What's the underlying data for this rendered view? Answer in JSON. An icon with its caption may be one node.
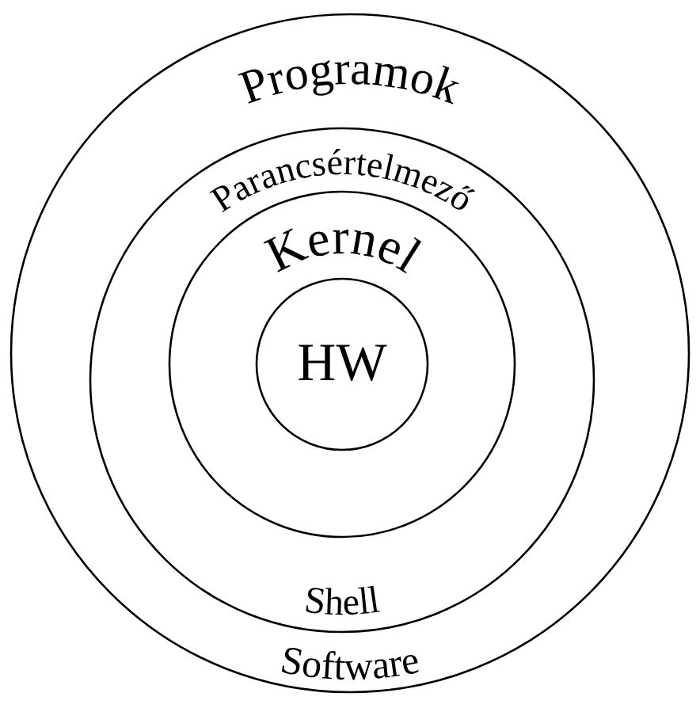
{
  "diagram": {
    "nodes": [
      {
        "text": [
          "Programok",
          "Software"
        ]
      },
      {
        "text": [
          "Parancsértelmező",
          "Shell"
        ],
        "in": 0
      },
      {
        "text": [
          "Kernel"
        ],
        "in": 1
      },
      {
        "text": [
          "HW"
        ],
        "in": 2
      }
    ]
  }
}
